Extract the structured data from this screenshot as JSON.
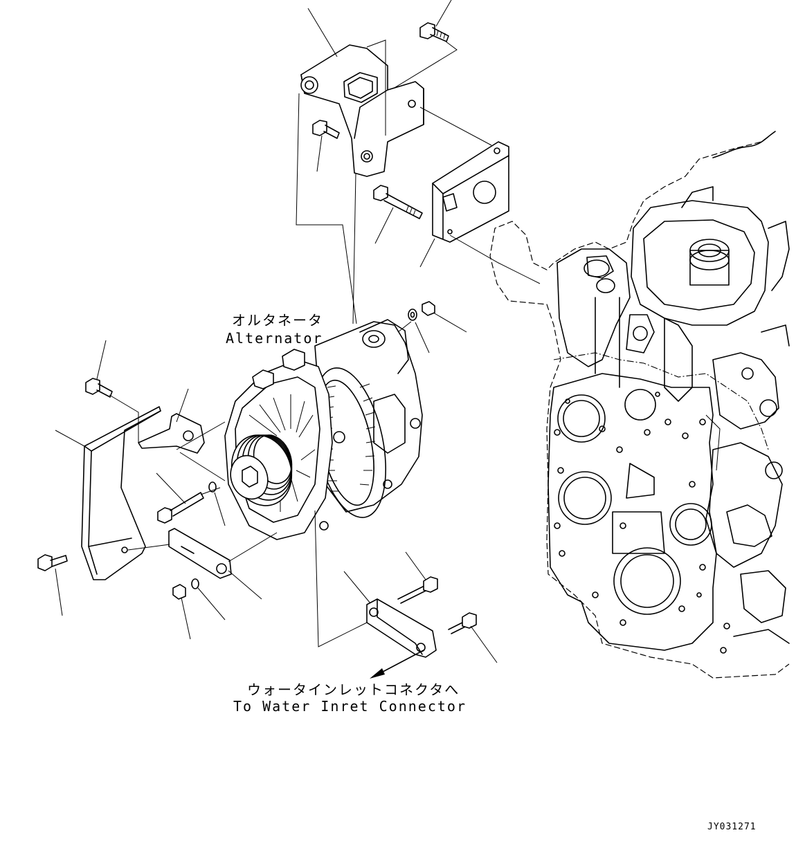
{
  "labels": {
    "alternator_jp": "オルタネータ",
    "alternator_en": "Alternator",
    "water_jp": "ウォータインレットコネクタへ",
    "water_en": "To Water Inret Connector"
  },
  "figure_ref": "JY031271"
}
